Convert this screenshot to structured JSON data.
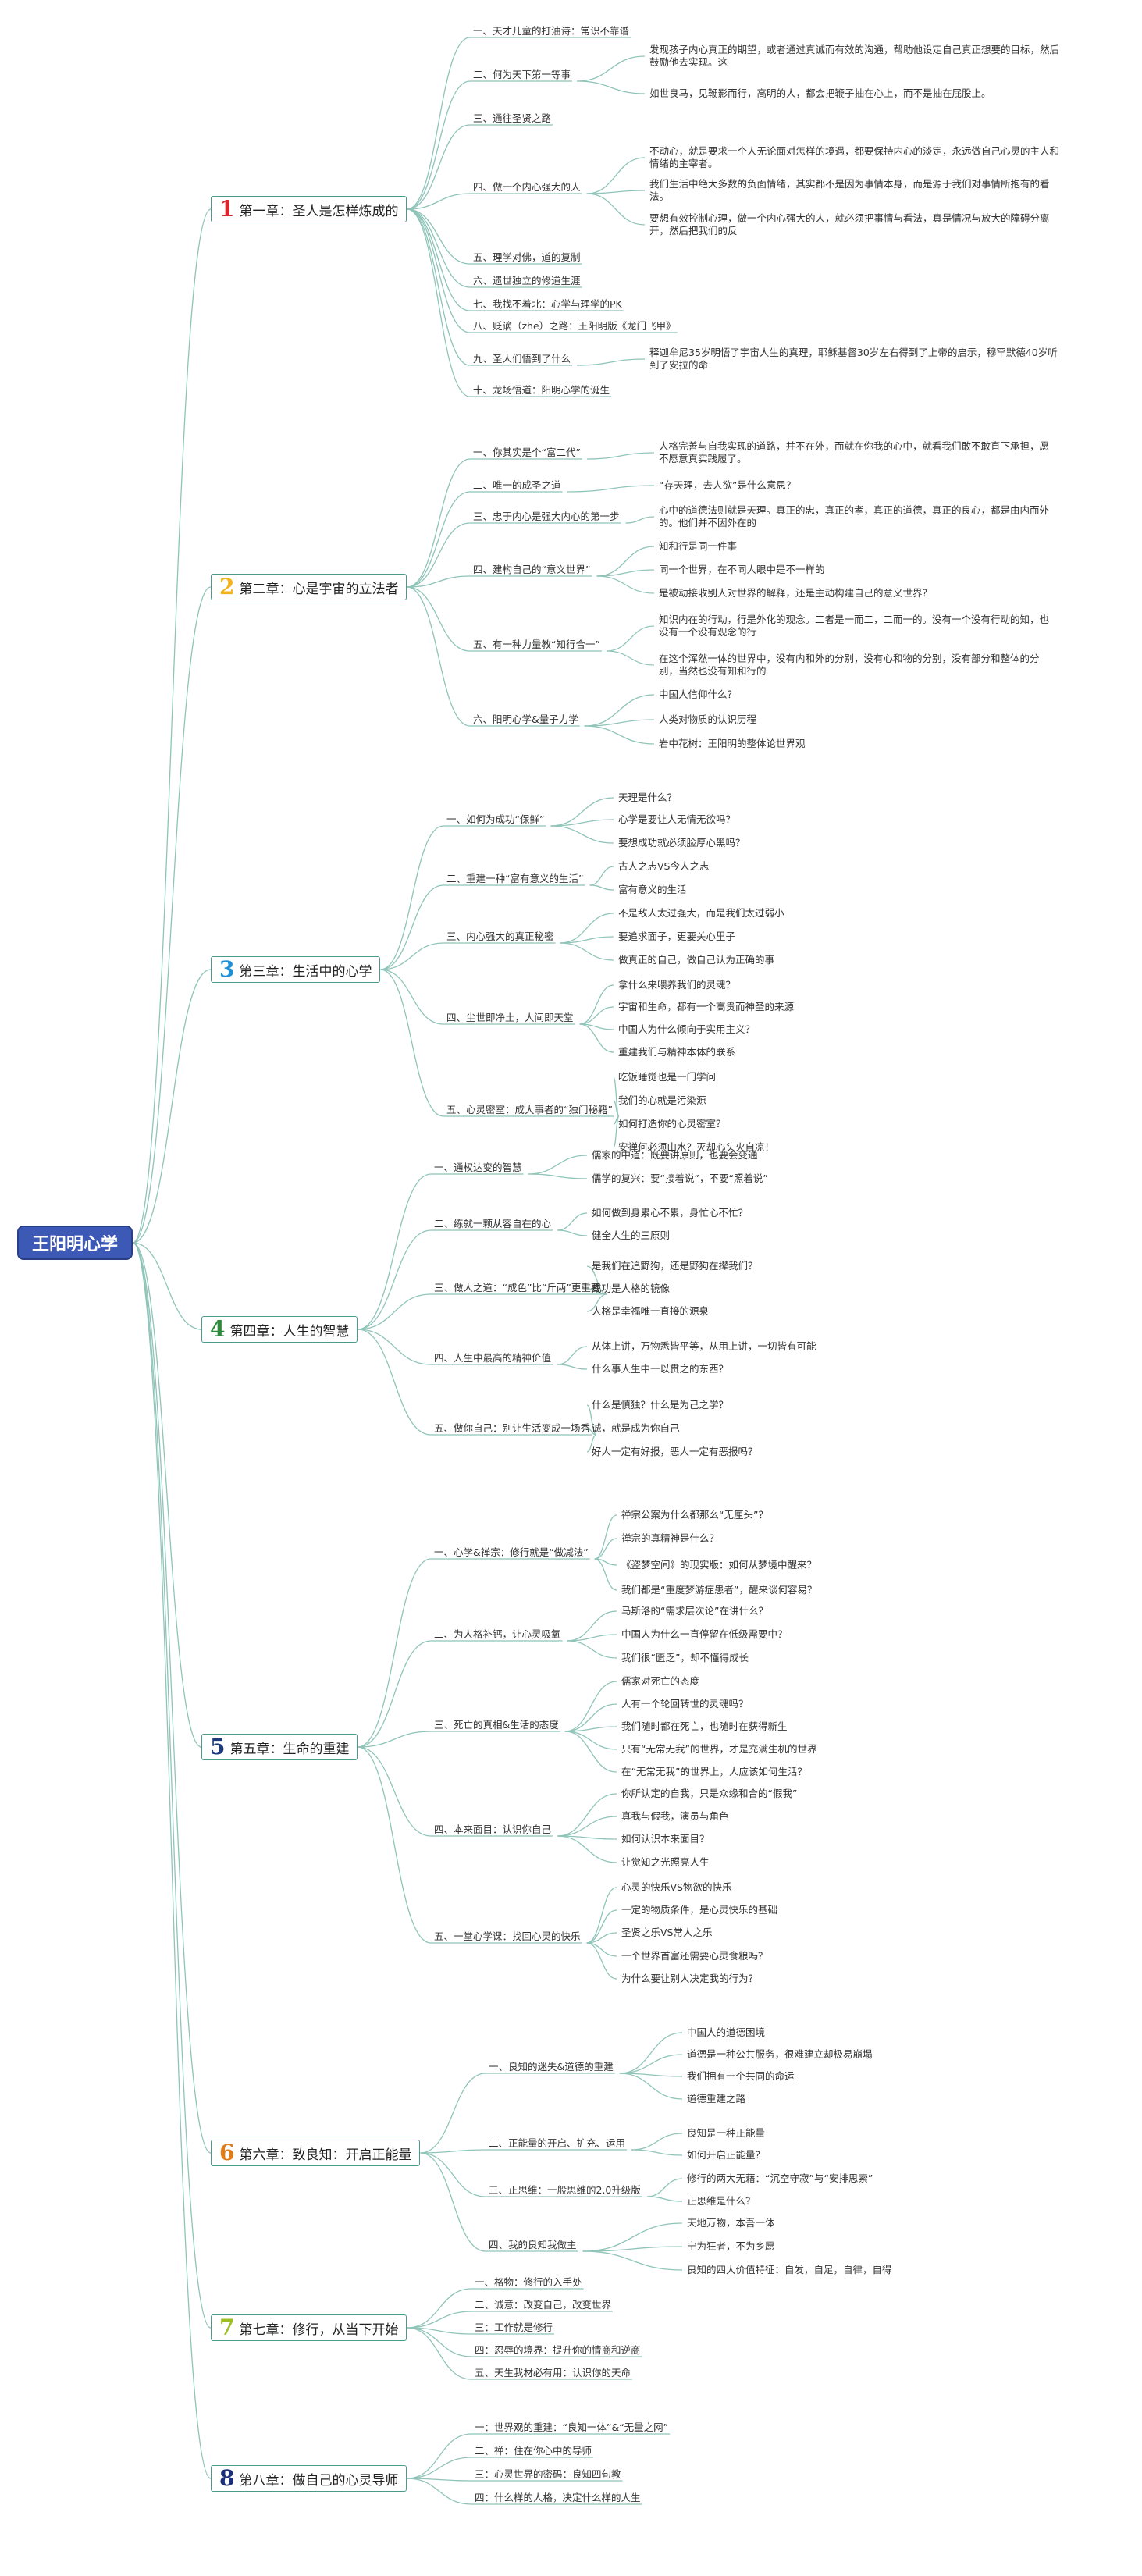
{
  "root": {
    "label": "王阳明心学"
  },
  "colors": {
    "line": "#8fc4b8",
    "root_bg": "#3c59b5",
    "chapter_border": "#4a9a8c"
  },
  "chapters": [
    {
      "num": "1",
      "title": "第一章：圣人是怎样炼成的",
      "num_color": "#d9272e",
      "items": [
        {
          "label": "一、天才儿童的打油诗：常识不靠谱",
          "subs": []
        },
        {
          "label": "二、何为天下第一等事",
          "subs": [
            "发现孩子内心真正的期望，或者通过真诚而有效的沟通，帮助他设定自己真正想要的目标，然后鼓励他去实现。这",
            "如世良马，见鞭影而行，高明的人，都会把鞭子抽在心上，而不是抽在屁股上。"
          ]
        },
        {
          "label": "三、通往圣贤之路",
          "subs": []
        },
        {
          "label": "四、做一个内心强大的人",
          "subs": [
            "不动心，就是要求一个人无论面对怎样的境遇，都要保持内心的淡定，永远做自己心灵的主人和情绪的主宰者。",
            "我们生活中绝大多数的负面情绪，其实都不是因为事情本身，而是源于我们对事情所抱有的看法。",
            "要想有效控制心理，做一个内心强大的人，就必须把事情与看法，真是情况与放大的障碍分离开，然后把我们的反"
          ]
        },
        {
          "label": "五、理学对佛，道的复制",
          "subs": []
        },
        {
          "label": "六、遗世独立的修道生涯",
          "subs": []
        },
        {
          "label": "七、我找不着北：心学与理学的PK",
          "subs": []
        },
        {
          "label": "八、贬谪（zhe）之路：王阳明版《龙门飞甲》",
          "subs": []
        },
        {
          "label": "九、圣人们悟到了什么",
          "subs": [
            "释迦牟尼35岁明悟了宇宙人生的真理，耶稣基督30岁左右得到了上帝的启示，穆罕默德40岁听到了安拉的命"
          ]
        },
        {
          "label": "十、龙场悟道：阳明心学的诞生",
          "subs": []
        }
      ]
    },
    {
      "num": "2",
      "title": "第二章：心是宇宙的立法者",
      "num_color": "#f2b31b",
      "items": [
        {
          "label": "一、你其实是个“富二代”",
          "subs": [
            "人格完善与自我实现的道路，并不在外，而就在你我的心中，就看我们敢不敢直下承担，愿不愿意真实践履了。"
          ]
        },
        {
          "label": "二、唯一的成圣之道",
          "subs": [
            "“存天理，去人欲”是什么意思？"
          ]
        },
        {
          "label": "三、忠于内心是强大内心的第一步",
          "subs": [
            "心中的道德法则就是天理。真正的忠，真正的孝，真正的道德，真正的良心，都是由内而外的。他们并不因外在的"
          ]
        },
        {
          "label": "四、建构自己的“意义世界”",
          "subs": [
            "知和行是同一件事",
            "同一个世界，在不同人眼中是不一样的",
            "是被动接收别人对世界的解释，还是主动构建自己的意义世界？"
          ]
        },
        {
          "label": "五、有一种力量教“知行合一”",
          "subs": [
            "知识内在的行动，行是外化的观念。二者是一而二，二而一的。没有一个没有行动的知，也没有一个没有观念的行",
            "在这个浑然一体的世界中，没有内和外的分别，没有心和物的分别，没有部分和整体的分别，当然也没有知和行的"
          ]
        },
        {
          "label": "六、阳明心学&量子力学",
          "subs": [
            "中国人信仰什么？",
            "人类对物质的认识历程",
            "岩中花树：王阳明的整体论世界观"
          ]
        }
      ]
    },
    {
      "num": "3",
      "title": "第三章：生活中的心学",
      "num_color": "#1c8fd6",
      "items": [
        {
          "label": "一、如何为成功“保鲜”",
          "subs": [
            "天理是什么？",
            "心学是要让人无情无欲吗？",
            "要想成功就必须脸厚心黑吗？"
          ]
        },
        {
          "label": "二、重建一种“富有意义的生活”",
          "subs": [
            "古人之志VS今人之志",
            "富有意义的生活"
          ]
        },
        {
          "label": "三、内心强大的真正秘密",
          "subs": [
            "不是敌人太过强大，而是我们太过弱小",
            "要追求面子，更要关心里子",
            "做真正的自己，做自己认为正确的事"
          ]
        },
        {
          "label": "四、尘世即净土，人间即天堂",
          "subs": [
            "拿什么来喂养我们的灵魂？",
            "宇宙和生命，都有一个高贵而神圣的来源",
            "中国人为什么倾向于实用主义？",
            "重建我们与精神本体的联系"
          ]
        },
        {
          "label": "五、心灵密室：成大事者的“独门秘籍”",
          "subs": [
            "吃饭睡觉也是一门学问",
            "我们的心就是污染源",
            "如何打造你的心灵密室？",
            "安禅何必须山水？灭却心头火自凉！"
          ]
        }
      ]
    },
    {
      "num": "4",
      "title": "第四章：人生的智慧",
      "num_color": "#2d8a3a",
      "items": [
        {
          "label": "一、通权达变的智慧",
          "subs": [
            "儒家的中道：既要讲原则，也要会变通",
            "儒学的复兴：要“接着说”，不要“照着说”"
          ]
        },
        {
          "label": "二、练就一颗从容自在的心",
          "subs": [
            "如何做到身累心不累，身忙心不忙？",
            "健全人生的三原则"
          ]
        },
        {
          "label": "三、做人之道：“成色”比“斤两”更重要",
          "subs": [
            "是我们在追野狗，还是野狗在撵我们？",
            "成功是人格的镜像",
            "人格是幸福唯一直接的源泉"
          ]
        },
        {
          "label": "四、人生中最高的精神价值",
          "subs": [
            "从体上讲，万物悉皆平等，从用上讲，一切皆有可能",
            "什么事人生中一以贯之的东西？"
          ]
        },
        {
          "label": "五、做你自己：别让生活变成一场秀",
          "subs": [
            "什么是慎独？什么是为己之学？",
            "诚，就是成为你自己",
            "好人一定有好报，恶人一定有恶报吗？"
          ]
        }
      ]
    },
    {
      "num": "5",
      "title": "第五章：生命的重建",
      "num_color": "#1d3a7d",
      "items": [
        {
          "label": "一、心学&禅宗：修行就是“做减法”",
          "subs": [
            "禅宗公案为什么都那么“无厘头”？",
            "禅宗的真精神是什么？",
            "《盗梦空间》的现实版：如何从梦境中醒来？",
            "我们都是“重度梦游症患者”，醒来谈何容易？"
          ]
        },
        {
          "label": "二、为人格补钙，让心灵吸氧",
          "subs": [
            "马斯洛的“需求层次论”在讲什么？",
            "中国人为什么一直停留在低级需要中？",
            "我们很“匮乏”，却不懂得成长"
          ]
        },
        {
          "label": "三、死亡的真相&生活的态度",
          "subs": [
            "儒家对死亡的态度",
            "人有一个轮回转世的灵魂吗？",
            "我们随时都在死亡，也随时在获得新生",
            "只有“无常无我”的世界，才是充满生机的世界",
            "在“无常无我”的世界上，人应该如何生活？"
          ]
        },
        {
          "label": "四、本来面目：认识你自己",
          "subs": [
            "你所认定的自我，只是众缘和合的“假我”",
            "真我与假我，演员与角色",
            "如何认识本来面目？",
            "让觉知之光照亮人生"
          ]
        },
        {
          "label": "五、一堂心学课：找回心灵的快乐",
          "subs": [
            "心灵的快乐VS物欲的快乐",
            "一定的物质条件，是心灵快乐的基础",
            "圣贤之乐VS常人之乐",
            "一个世界首富还需要心灵食粮吗？",
            "为什么要让别人决定我的行为？"
          ]
        }
      ]
    },
    {
      "num": "6",
      "title": "第六章：致良知：开启正能量",
      "num_color": "#e07b1a",
      "items": [
        {
          "label": "一、良知的迷失&道德的重建",
          "subs": [
            "中国人的道德困境",
            "道德是一种公共服务，很难建立却极易崩塌",
            "我们拥有一个共同的命运",
            "道德重建之路"
          ]
        },
        {
          "label": "二、正能量的开启、扩充、运用",
          "subs": [
            "良知是一种正能量",
            "如何开启正能量？"
          ]
        },
        {
          "label": "三、正思维：一般思维的2.0升级版",
          "subs": [
            "修行的两大无藉：“沉空守寂”与“安排思索”",
            "正思维是什么？"
          ]
        },
        {
          "label": "四、我的良知我做主",
          "subs": [
            "天地万物，本吾一体",
            "宁为狂者，不为乡愿",
            "良知的四大价值特征：自发，自足，自律，自得"
          ]
        }
      ]
    },
    {
      "num": "7",
      "title": "第七章：修行，从当下开始",
      "num_color": "#9cbf1f",
      "items": [
        {
          "label": "一、格物：修行的入手处",
          "subs": []
        },
        {
          "label": "二、诚意：改变自己，改变世界",
          "subs": []
        },
        {
          "label": "三：工作就是修行",
          "subs": []
        },
        {
          "label": "四：忍辱的境界：提升你的情商和逆商",
          "subs": []
        },
        {
          "label": "五、天生我材必有用：认识你的天命",
          "subs": []
        }
      ]
    },
    {
      "num": "8",
      "title": "第八章：做自己的心灵导师",
      "num_color": "#1d2f7a",
      "items": [
        {
          "label": "一：世界观的重建：“良知一体”&“无量之网”",
          "subs": []
        },
        {
          "label": "二、禅：住在你心中的导师",
          "subs": []
        },
        {
          "label": "三：心灵世界的密码：良知四句教",
          "subs": []
        },
        {
          "label": "四：什么样的人格，决定什么样的人生",
          "subs": []
        }
      ]
    }
  ]
}
